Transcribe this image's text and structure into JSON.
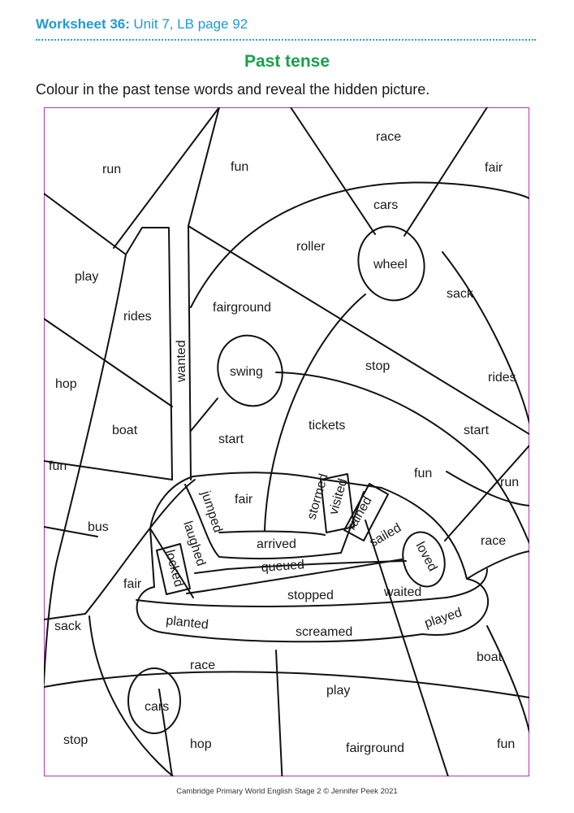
{
  "header": {
    "worksheet": "Worksheet 36:",
    "unit": "Unit 7, LB page 92"
  },
  "title": "Past tense",
  "instruction": "Colour in the past tense words and reveal the hidden picture.",
  "puzzle_words": [
    "run",
    "fun",
    "race",
    "fair",
    "cars",
    "roller",
    "wheel",
    "play",
    "sack",
    "rides",
    "fairground",
    "wanted",
    "swing",
    "stop",
    "hop",
    "rides",
    "tickets",
    "boat",
    "start",
    "start",
    "fun",
    "fun",
    "run",
    "fair",
    "jumped",
    "stormed",
    "visited",
    "rained",
    "bus",
    "laughed",
    "arrived",
    "sailed",
    "race",
    "locked",
    "queued",
    "loved",
    "fair",
    "stopped",
    "waited",
    "sack",
    "planted",
    "screamed",
    "played",
    "race",
    "boat",
    "play",
    "cars",
    "stop",
    "hop",
    "fairground",
    "fun"
  ],
  "colors": {
    "header_blue": "#1f9ad6",
    "title_green": "#1aa14a",
    "frame_border": "#b03aa6"
  },
  "footer": "Cambridge Primary World English Stage 2 © Jennifer Peek 2021"
}
